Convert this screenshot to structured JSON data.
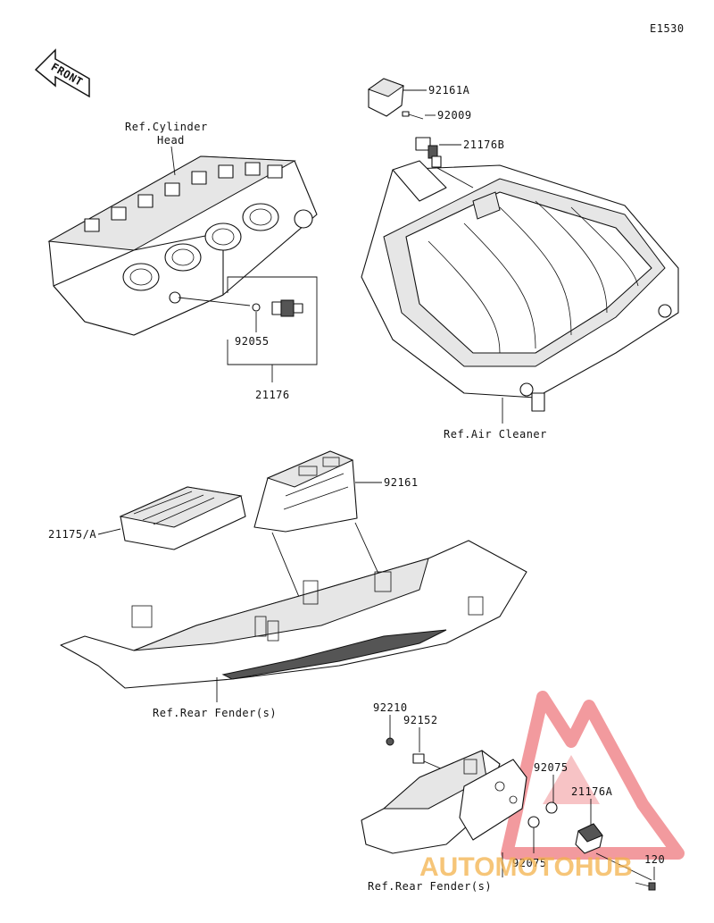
{
  "figure_code": "E1530",
  "front_label": "FRONT",
  "labels": {
    "ref_cylinder_head_line1": "Ref.Cylinder",
    "ref_cylinder_head_line2": "Head",
    "part_92055": "92055",
    "part_21176": "21176",
    "part_92161A": "92161A",
    "part_92009": "92009",
    "part_21176B": "21176B",
    "ref_air_cleaner": "Ref.Air Cleaner",
    "part_92161": "92161",
    "part_21175A": "21175/A",
    "ref_rear_fender_upper": "Ref.Rear Fender(s)",
    "part_92210": "92210",
    "part_92152": "92152",
    "part_92075_top": "92075",
    "part_21176A": "21176A",
    "part_92075_bottom": "92075",
    "part_120": "120",
    "ref_rear_fender_lower": "Ref.Rear Fender(s)"
  },
  "watermark": {
    "text": "AUTOMOTOHUB",
    "color_red": "#e8494f",
    "color_orange": "#f3b24c"
  }
}
